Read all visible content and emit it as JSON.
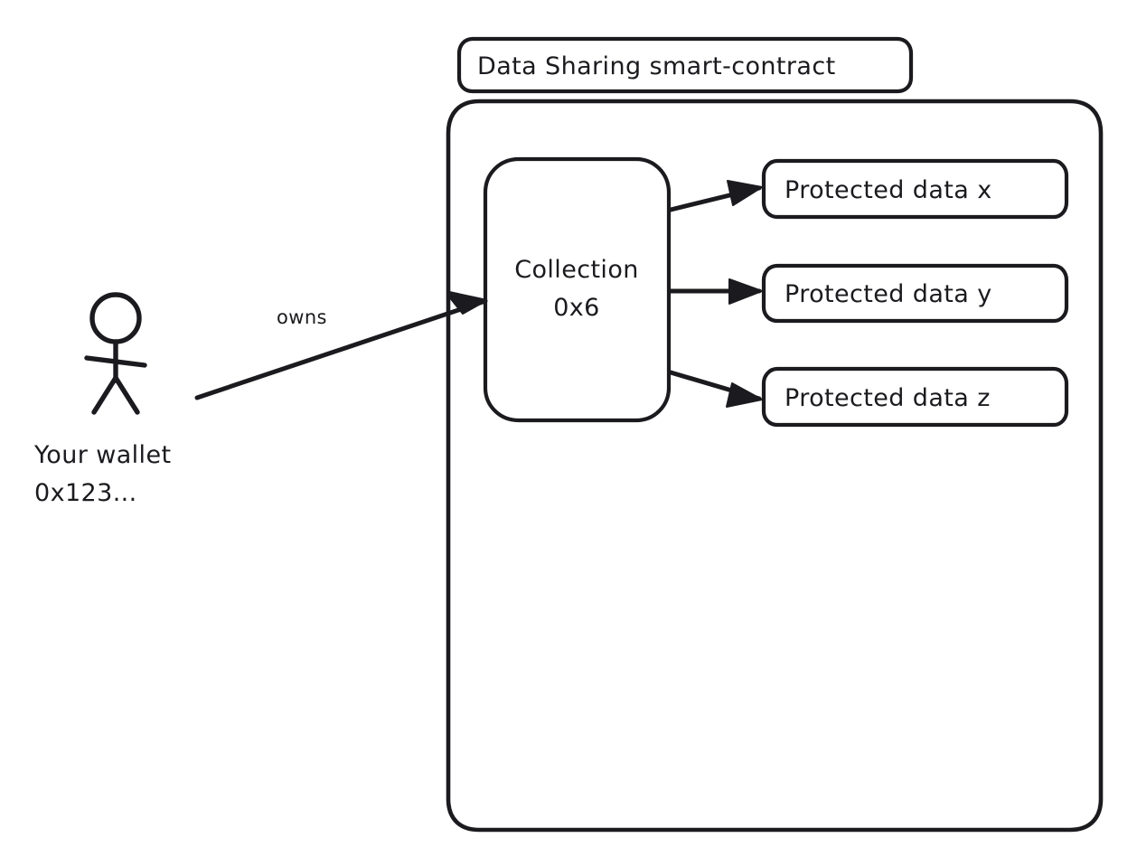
{
  "diagram": {
    "title_box": {
      "label": "Data Sharing smart-contract"
    },
    "container": {
      "name": "data-sharing-smart-contract-container"
    },
    "collection": {
      "line1": "Collection",
      "line2": "0x6"
    },
    "protected_data": [
      {
        "label": "Protected data x"
      },
      {
        "label": "Protected data y"
      },
      {
        "label": "Protected data z"
      }
    ],
    "actor": {
      "line1": "Your wallet",
      "line2": "0x123..."
    },
    "edges": [
      {
        "label": "owns",
        "from": "your-wallet",
        "to": "collection-0x6"
      },
      {
        "label": "",
        "from": "collection-0x6",
        "to": "protected-data-x"
      },
      {
        "label": "",
        "from": "collection-0x6",
        "to": "protected-data-y"
      },
      {
        "label": "",
        "from": "collection-0x6",
        "to": "protected-data-z"
      }
    ],
    "colors": {
      "ink": "#1b1b1f",
      "background": "#ffffff"
    }
  }
}
